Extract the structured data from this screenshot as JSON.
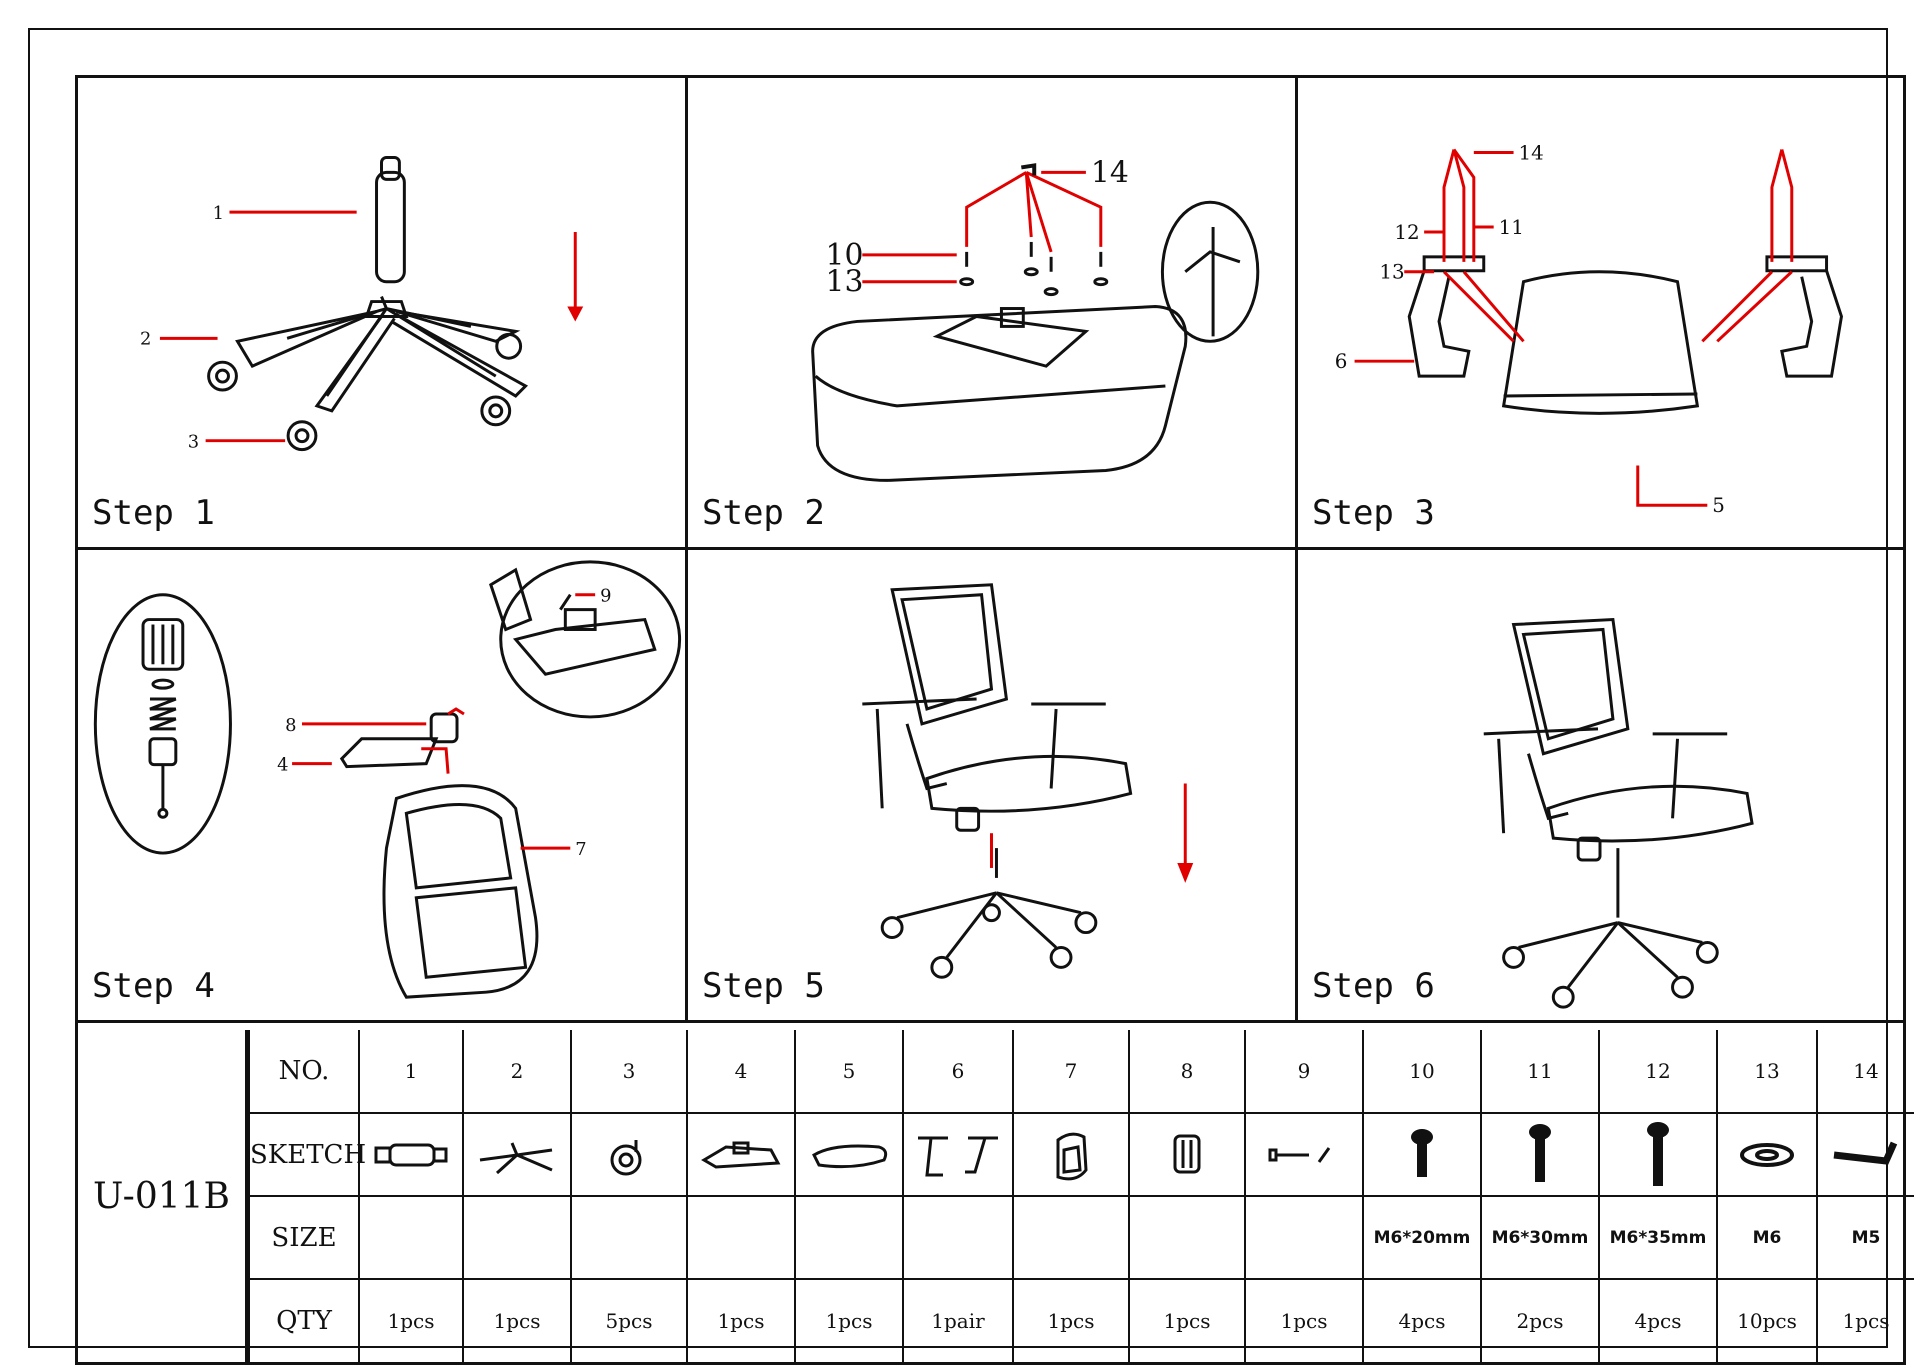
{
  "steps": [
    {
      "label": "Step 1",
      "callouts": [
        "1",
        "2",
        "3"
      ]
    },
    {
      "label": "Step 2",
      "callouts": [
        "14",
        "10",
        "13"
      ]
    },
    {
      "label": "Step 3",
      "callouts": [
        "14",
        "12",
        "11",
        "13",
        "6",
        "5"
      ]
    },
    {
      "label": "Step 4",
      "callouts": [
        "9",
        "8",
        "4",
        "7"
      ]
    },
    {
      "label": "Step 5",
      "callouts": []
    },
    {
      "label": "Step 6",
      "callouts": []
    }
  ],
  "parts_table": {
    "model": "U-011B",
    "row_headers": {
      "no": "NO.",
      "sketch": "SKETCH",
      "size": "SIZE",
      "qty": "QTY"
    },
    "items": [
      {
        "no": "1",
        "icon": "gas-lift-icon",
        "size": "",
        "qty": "1pcs"
      },
      {
        "no": "2",
        "icon": "star-base-icon",
        "size": "",
        "qty": "1pcs"
      },
      {
        "no": "3",
        "icon": "caster-icon",
        "size": "",
        "qty": "5pcs"
      },
      {
        "no": "4",
        "icon": "mechanism-icon",
        "size": "",
        "qty": "1pcs"
      },
      {
        "no": "5",
        "icon": "seat-icon",
        "size": "",
        "qty": "1pcs"
      },
      {
        "no": "6",
        "icon": "armrest-icon",
        "size": "",
        "qty": "1pair"
      },
      {
        "no": "7",
        "icon": "backrest-icon",
        "size": "",
        "qty": "1pcs"
      },
      {
        "no": "8",
        "icon": "knob-icon",
        "size": "",
        "qty": "1pcs"
      },
      {
        "no": "9",
        "icon": "bolt-set-icon",
        "size": "",
        "qty": "1pcs"
      },
      {
        "no": "10",
        "icon": "screw-20-icon",
        "size": "M6*20mm",
        "qty": "4pcs"
      },
      {
        "no": "11",
        "icon": "screw-30-icon",
        "size": "M6*30mm",
        "qty": "2pcs"
      },
      {
        "no": "12",
        "icon": "screw-35-icon",
        "size": "M6*35mm",
        "qty": "4pcs"
      },
      {
        "no": "13",
        "icon": "washer-icon",
        "size": "M6",
        "qty": "10pcs"
      },
      {
        "no": "14",
        "icon": "allen-key-icon",
        "size": "M5",
        "qty": "1pcs"
      }
    ]
  },
  "colors": {
    "callout_line": "#e00000",
    "ink": "#111111"
  }
}
